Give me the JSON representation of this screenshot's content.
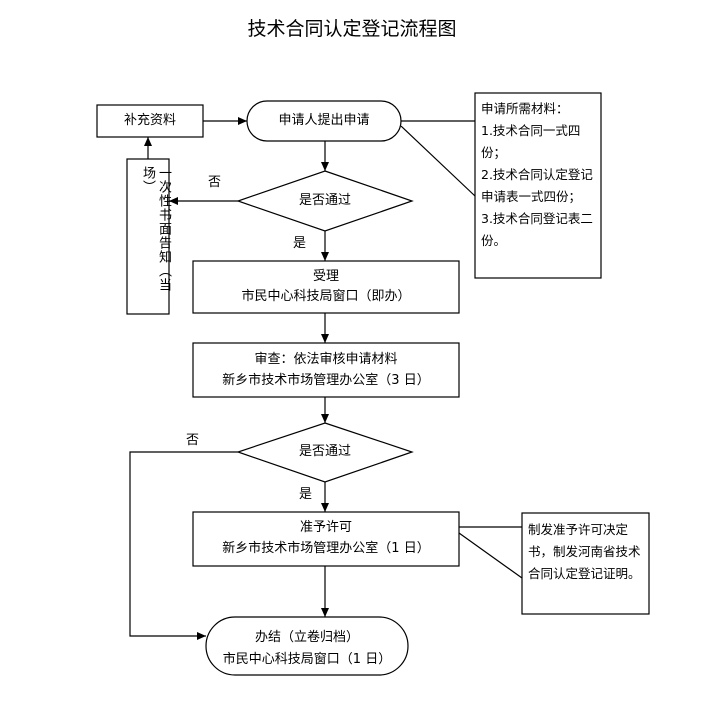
{
  "title": "技术合同认定登记流程图",
  "nodes": {
    "supplement": "补充资料",
    "apply": "申请人提出申请",
    "decision1": "是否通过",
    "notice": "一次性书面告知（当场）",
    "accept_title": "受理",
    "accept_office": "市民中心科技局窗口（即办）",
    "review_title": "审查：依法审核申请材料",
    "review_office": "新乡市技术市场管理办公室（3 日）",
    "decision2": "是否通过",
    "permit_title": "准予许可",
    "permit_office": "新乡市技术市场管理办公室（1 日）",
    "finish_title": "办结（立卷归档）",
    "finish_office": "市民中心科技局窗口（1 日）"
  },
  "labels": {
    "no1": "否",
    "yes1": "是",
    "no2": "否",
    "yes2": "是"
  },
  "materials_note": {
    "heading": "申请所需材料：",
    "item1": "1.技术合同一式四份；",
    "item2": "2.技术合同认定登记申请表一式四份；",
    "item3": "3.技术合同登记表二份。"
  },
  "permit_note": "制发准予许可决定书，制发河南省技术合同认定登记证明。"
}
